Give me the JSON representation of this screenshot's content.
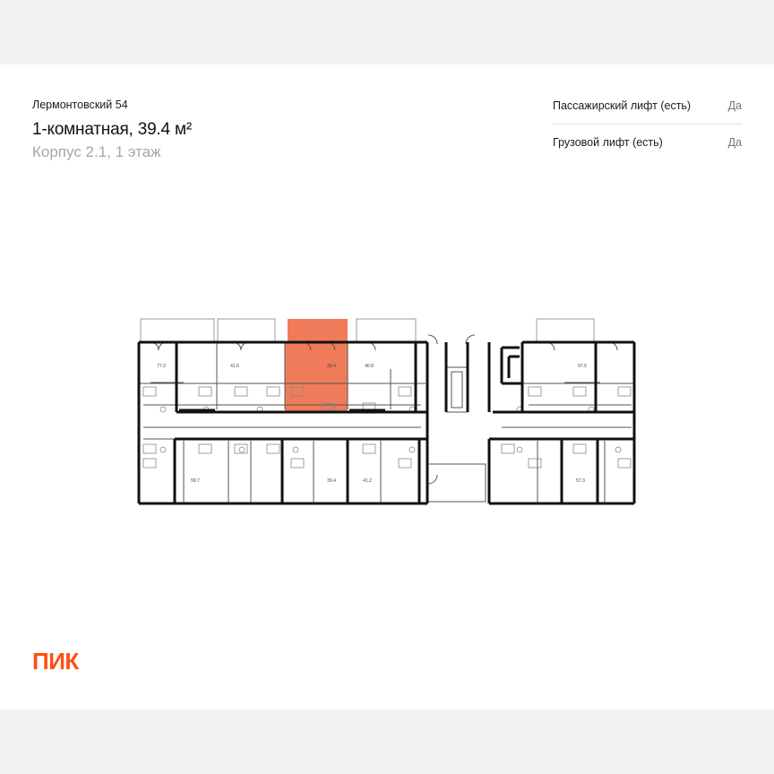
{
  "header": {
    "project_name": "Лермонтовский 54",
    "apartment_title": "1-комнатная, 39.4 м²",
    "building_floor": "Корпус 2.1, 1 этаж"
  },
  "features": [
    {
      "label": "Пассажирский лифт (есть)",
      "value": "Да"
    },
    {
      "label": "Грузовой лифт (есть)",
      "value": "Да"
    }
  ],
  "floor_plan": {
    "highlight_color": "#f07b5a",
    "apartment_areas": [
      "77.2",
      "41.6",
      "39.4",
      "40.8",
      "97.5",
      "59.7",
      "39.4",
      "41.2",
      "57.3"
    ]
  },
  "brand": {
    "logo_text": "ПИК",
    "color": "#ff4f12"
  }
}
